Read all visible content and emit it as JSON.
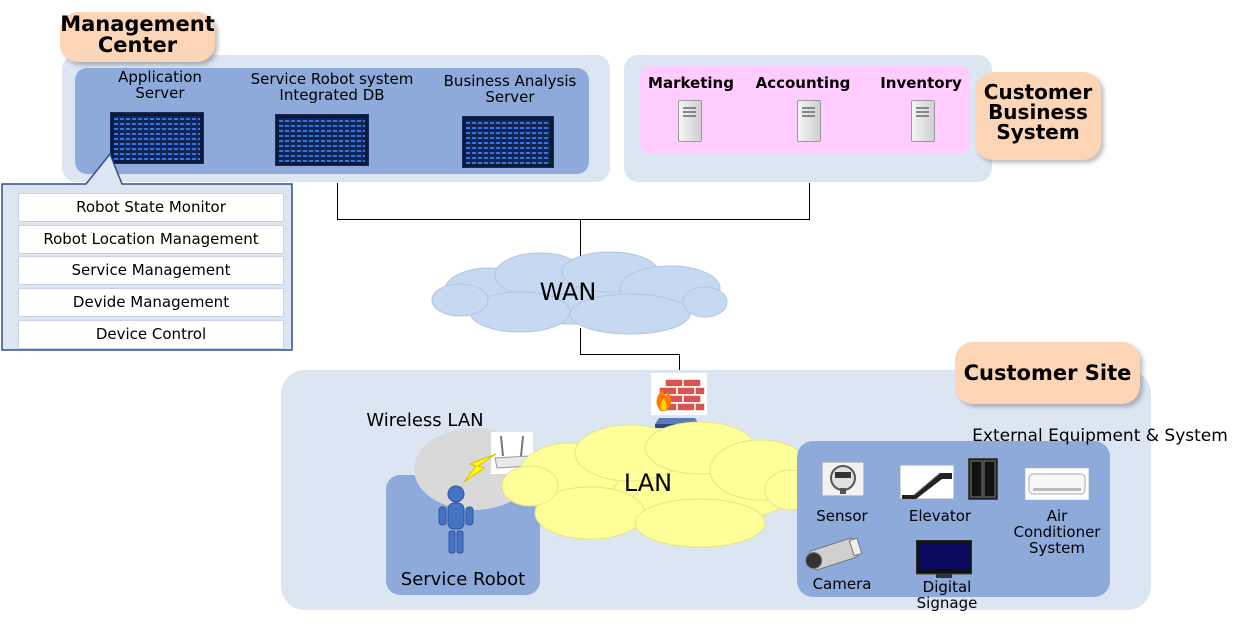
{
  "management_center": {
    "title_line1": "Management",
    "title_line2": "Center",
    "servers": [
      {
        "line1": "Application",
        "line2": "Server"
      },
      {
        "line1": "Service Robot system",
        "line2": "Integrated DB"
      },
      {
        "line1": "Business Analysis",
        "line2": "Server"
      }
    ],
    "functions": [
      "Robot State Monitor",
      "Robot Location Management",
      "Service Management",
      "Devide Management",
      "Device Control"
    ]
  },
  "customer_business_system": {
    "title_line1": "Customer",
    "title_line2": "Business",
    "title_line3": "System",
    "systems": [
      "Marketing",
      "Accounting",
      "Inventory"
    ]
  },
  "network": {
    "wan": "WAN",
    "lan": "LAN",
    "wireless_lan": "Wireless LAN"
  },
  "customer_site": {
    "title": "Customer Site",
    "service_robot": "Service Robot",
    "external_title": "External Equipment & System",
    "devices": {
      "sensor": "Sensor",
      "elevator": "Elevator",
      "air_conditioner_line1": "Air",
      "air_conditioner_line2": "Conditioner",
      "air_conditioner_line3": "System",
      "camera": "Camera",
      "signage_line1": "Digital",
      "signage_line2": "Signage"
    }
  },
  "colors": {
    "panel_light": "#dce6f2",
    "panel_mid": "#8eaadb",
    "pill": "#fbd5b5",
    "business_box": "#ffccff",
    "cloud_wan": "#c6d9f1",
    "cloud_lan": "#ffff99"
  }
}
